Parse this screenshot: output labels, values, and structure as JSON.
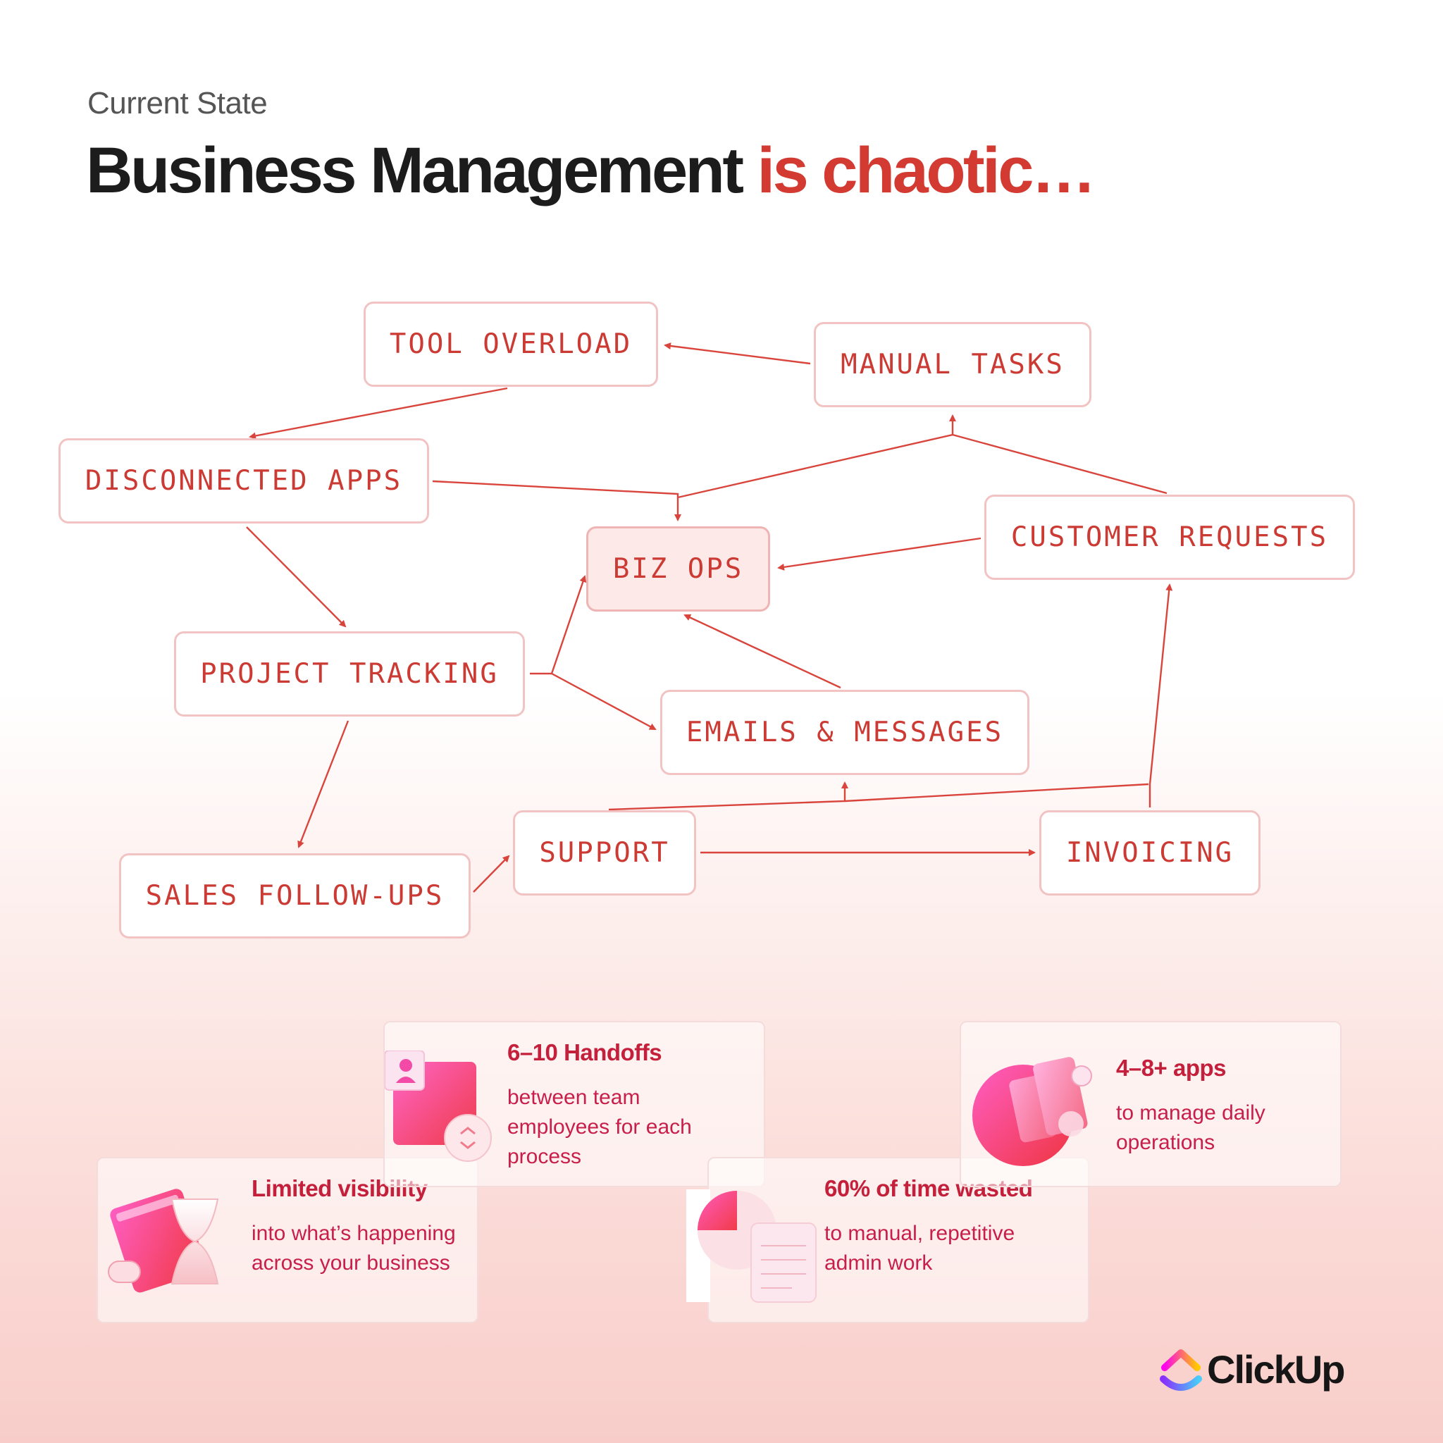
{
  "header": {
    "subtitle": "Current State",
    "title_main": "Business Management",
    "title_accent": "is chaotic…"
  },
  "diagram": {
    "nodes": {
      "tool_overload": "TOOL OVERLOAD",
      "manual_tasks": "MANUAL TASKS",
      "disconnected_apps": "DISCONNECTED APPS",
      "biz_ops": "BIZ OPS",
      "customer_requests": "CUSTOMER REQUESTS",
      "project_tracking": "PROJECT TRACKING",
      "emails_messages": "EMAILS & MESSAGES",
      "support": "SUPPORT",
      "invoicing": "INVOICING",
      "sales_followups": "SALES FOLLOW-UPS"
    },
    "edges": [
      {
        "from": "MANUAL TASKS",
        "to": "TOOL OVERLOAD"
      },
      {
        "from": "TOOL OVERLOAD",
        "to": "DISCONNECTED APPS"
      },
      {
        "from": "DISCONNECTED APPS",
        "to": "BIZ OPS"
      },
      {
        "from": "BIZ OPS",
        "to": "MANUAL TASKS"
      },
      {
        "from": "CUSTOMER REQUESTS",
        "to": "MANUAL TASKS"
      },
      {
        "from": "CUSTOMER REQUESTS",
        "to": "BIZ OPS"
      },
      {
        "from": "DISCONNECTED APPS",
        "to": "PROJECT TRACKING"
      },
      {
        "from": "PROJECT TRACKING",
        "to": "BIZ OPS"
      },
      {
        "from": "PROJECT TRACKING",
        "to": "EMAILS & MESSAGES"
      },
      {
        "from": "EMAILS & MESSAGES",
        "to": "BIZ OPS"
      },
      {
        "from": "PROJECT TRACKING",
        "to": "SALES FOLLOW-UPS"
      },
      {
        "from": "SALES FOLLOW-UPS",
        "to": "SUPPORT"
      },
      {
        "from": "SUPPORT",
        "to": "INVOICING"
      },
      {
        "from": "SUPPORT",
        "to": "EMAILS & MESSAGES"
      },
      {
        "from": "INVOICING",
        "to": "EMAILS & MESSAGES"
      },
      {
        "from": "INVOICING",
        "to": "CUSTOMER REQUESTS"
      }
    ]
  },
  "stats": {
    "handoffs": {
      "title": "6–10 Handoffs",
      "desc": "between team employees for each process"
    },
    "apps": {
      "title": "4–8+ apps",
      "desc": "to manage daily operations"
    },
    "visibility": {
      "title": "Limited visibility",
      "desc": "into what’s happening across your business"
    },
    "time": {
      "title": "60% of time wasted",
      "desc": "to manual, repetitive admin work"
    }
  },
  "brand": {
    "name": "ClickUp",
    "accent_color": "#d23a32",
    "node_color": "#cc3a34"
  }
}
